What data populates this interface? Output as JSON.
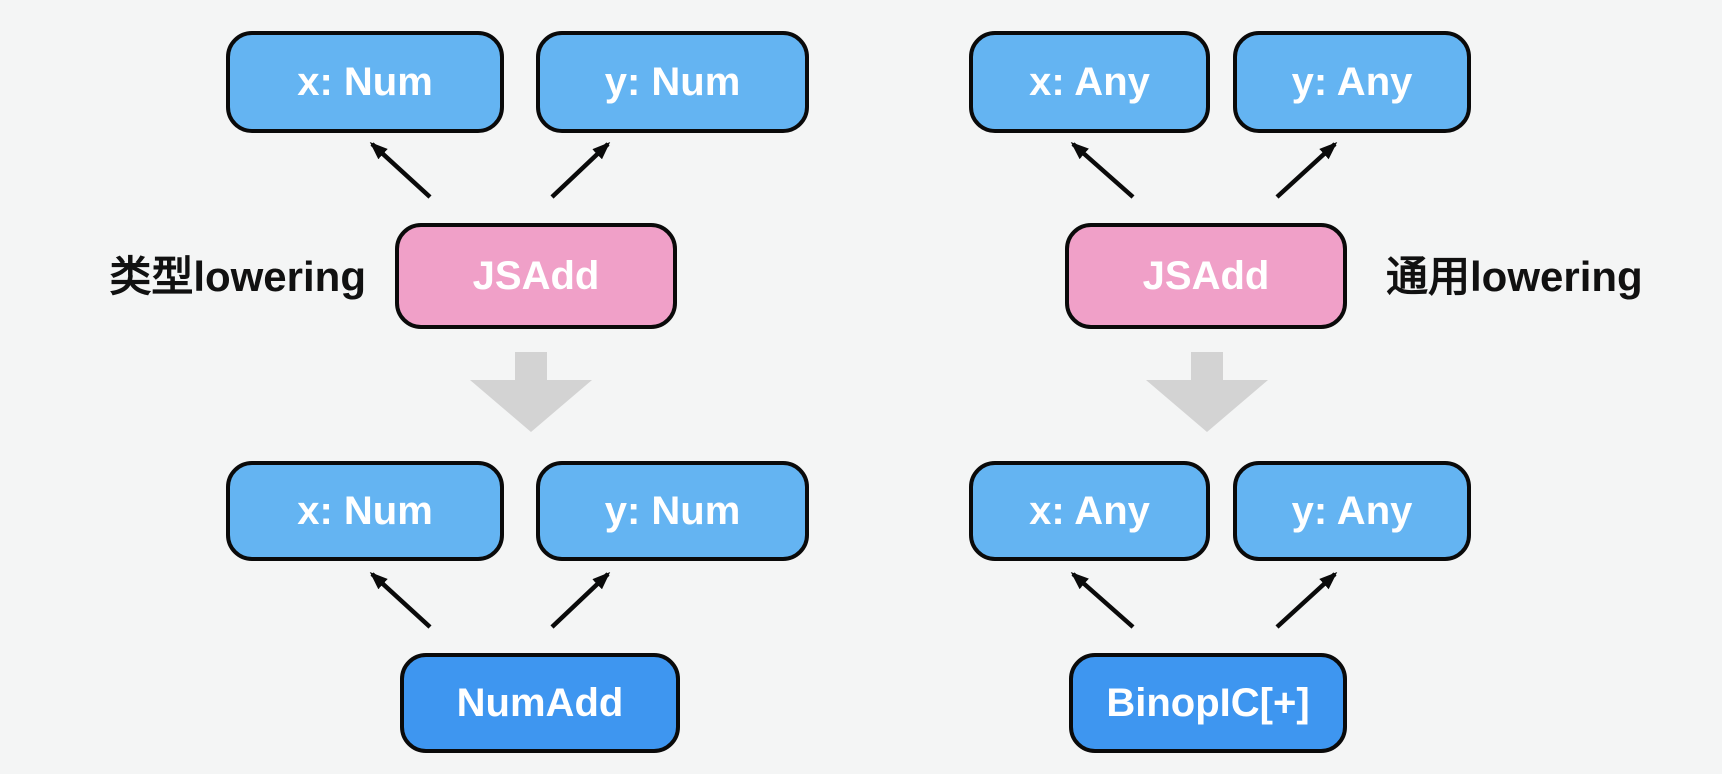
{
  "diagram": {
    "left": {
      "side_label": "类型lowering",
      "before": {
        "op": "JSAdd",
        "inputs": [
          "x: Num",
          "y: Num"
        ]
      },
      "after": {
        "op": "NumAdd",
        "inputs": [
          "x: Num",
          "y: Num"
        ]
      }
    },
    "right": {
      "side_label": "通用lowering",
      "before": {
        "op": "JSAdd",
        "inputs": [
          "x: Any",
          "y: Any"
        ]
      },
      "after": {
        "op": "BinopIC[+]",
        "inputs": [
          "x: Any",
          "y: Any"
        ]
      }
    }
  },
  "colors": {
    "background": "#f4f5f5",
    "input_node_fill": "#64b4f2",
    "js_op_node_fill": "#f0a0c8",
    "lowered_node_fill": "#3e96f0",
    "node_border": "#0a0a0a",
    "node_text": "#ffffff",
    "label_text": "#111111",
    "black_arrow": "#0a0a0a",
    "gray_lowering_arrow": "#d3d3d3"
  }
}
